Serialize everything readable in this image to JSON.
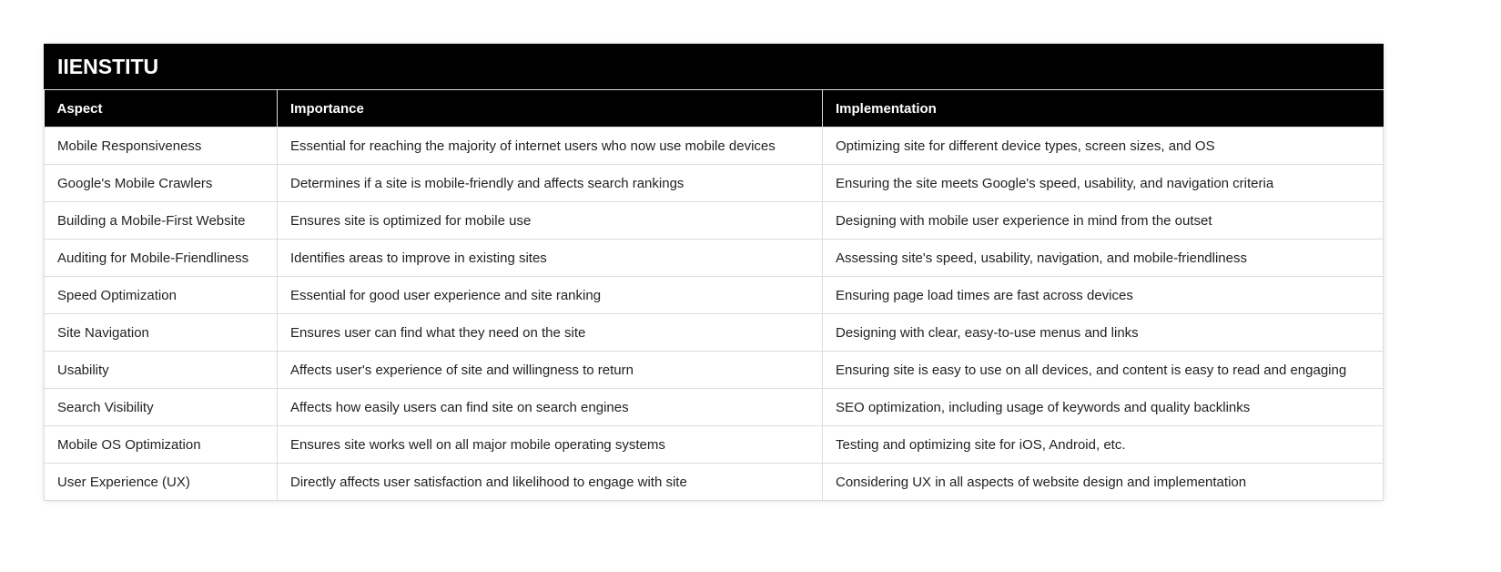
{
  "title": "IIENSTITU",
  "headers": [
    "Aspect",
    "Importance",
    "Implementation"
  ],
  "rows": [
    [
      "Mobile Responsiveness",
      "Essential for reaching the majority of internet users who now use mobile devices",
      "Optimizing site for different device types, screen sizes, and OS"
    ],
    [
      "Google's Mobile Crawlers",
      "Determines if a site is mobile-friendly and affects search rankings",
      "Ensuring the site meets Google's speed, usability, and navigation criteria"
    ],
    [
      "Building a Mobile-First Website",
      "Ensures site is optimized for mobile use",
      "Designing with mobile user experience in mind from the outset"
    ],
    [
      "Auditing for Mobile-Friendliness",
      "Identifies areas to improve in existing sites",
      "Assessing site's speed, usability, navigation, and mobile-friendliness"
    ],
    [
      "Speed Optimization",
      "Essential for good user experience and site ranking",
      "Ensuring page load times are fast across devices"
    ],
    [
      "Site Navigation",
      "Ensures user can find what they need on the site",
      "Designing with clear, easy-to-use menus and links"
    ],
    [
      "Usability",
      "Affects user's experience of site and willingness to return",
      "Ensuring site is easy to use on all devices, and content is easy to read and engaging"
    ],
    [
      "Search Visibility",
      "Affects how easily users can find site on search engines",
      "SEO optimization, including usage of keywords and quality backlinks"
    ],
    [
      "Mobile OS Optimization",
      "Ensures site works well on all major mobile operating systems",
      "Testing and optimizing site for iOS, Android, etc."
    ],
    [
      "User Experience (UX)",
      "Directly affects user satisfaction and likelihood to engage with site",
      "Considering UX in all aspects of website design and implementation"
    ]
  ]
}
